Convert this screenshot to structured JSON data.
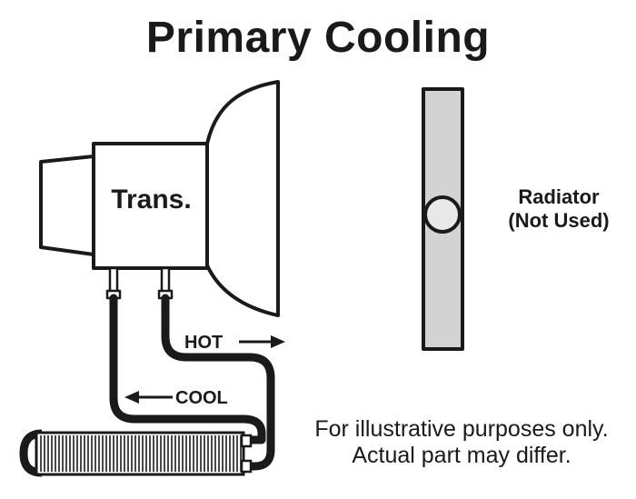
{
  "title": "Primary Cooling",
  "transmission": {
    "label": "Trans."
  },
  "radiator": {
    "line1": "Radiator",
    "line2": "(Not Used)"
  },
  "flow": {
    "hot": "HOT",
    "cool": "COOL"
  },
  "note": {
    "line1": "For illustrative purposes only.",
    "line2": "Actual part may differ."
  },
  "colors": {
    "outline": "#1a1a1a",
    "radiator_fill": "#d3d3d3",
    "port_fill": "#e8e8e8",
    "background": "#ffffff"
  }
}
